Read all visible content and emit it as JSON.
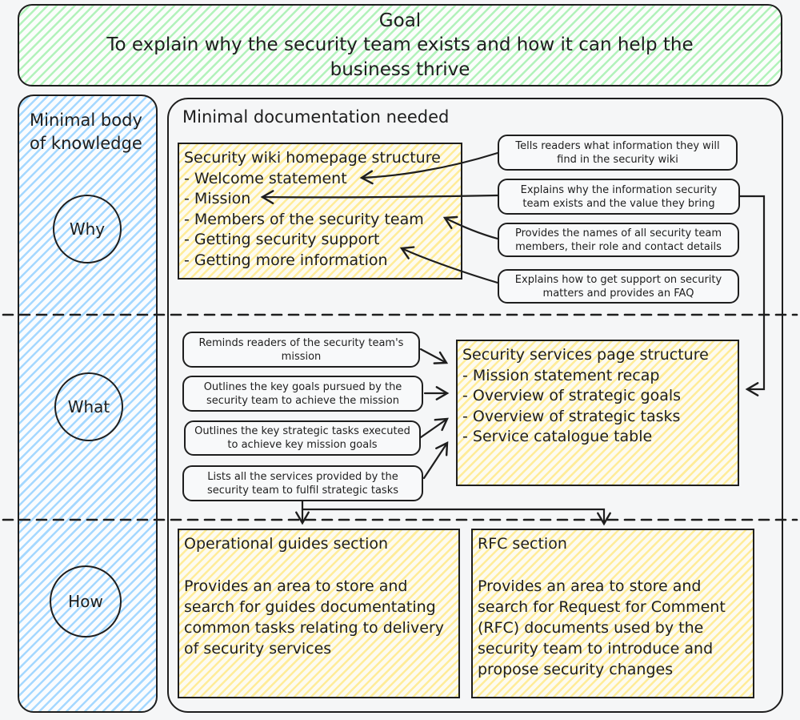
{
  "goal": {
    "title": "Goal",
    "text": "To explain why the security team exists and how it can help the business thrive"
  },
  "sidebar": {
    "title": "Minimal body of knowledge",
    "items": [
      {
        "label": "Why"
      },
      {
        "label": "What"
      },
      {
        "label": "How"
      }
    ]
  },
  "main": {
    "title": "Minimal documentation needed",
    "wiki_box": {
      "title": "Security wiki homepage structure",
      "items": [
        "- Welcome statement",
        "- Mission",
        "- Members of the security team",
        "- Getting security support",
        "- Getting more information"
      ]
    },
    "why_callouts": [
      "Tells readers what information they will find in the security wiki",
      "Explains why the information security team exists and the value they bring",
      "Provides the names of all security team members, their role and contact details",
      "Explains how to get support on security matters and provides an FAQ"
    ],
    "what_callouts": [
      "Reminds readers of the security team's mission",
      "Outlines the key goals pursued by the security team to achieve the mission",
      "Outlines the key strategic tasks executed to achieve key mission goals",
      "Lists all the services provided by the security team to fulfil strategic tasks"
    ],
    "services_box": {
      "title": "Security services page structure",
      "items": [
        "- Mission statement recap",
        "- Overview of strategic goals",
        "- Overview of strategic tasks",
        "- Service catalogue table"
      ]
    },
    "operational_box": {
      "title": "Operational guides section",
      "body": "Provides an area to store and search for guides documentating common tasks relating to delivery of security services"
    },
    "rfc_box": {
      "title": "RFC section",
      "body": "Provides an area to store and search for Request for Comment (RFC) documents used by the security team to introduce and propose security changes"
    }
  },
  "colors": {
    "stroke": "#1e1e1e",
    "canvas_background": "#f5f6f7",
    "goal_hatch": "#b2f2bb",
    "sidebar_hatch": "#a5d8ff",
    "content_hatch": "#ffec99"
  }
}
